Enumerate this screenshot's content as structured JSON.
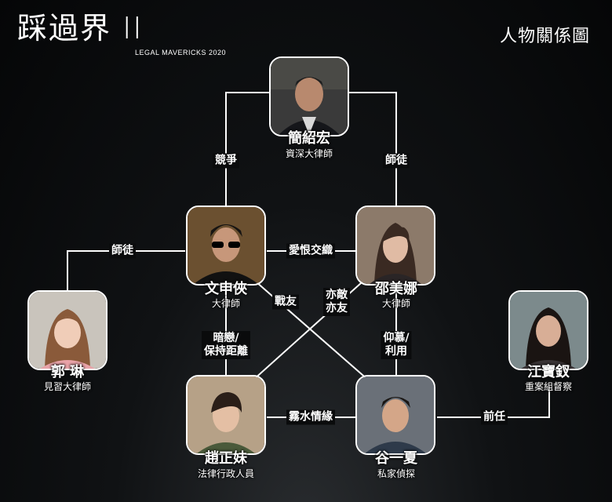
{
  "logo": {
    "main": "踩過界 II",
    "sub": "LEGAL MAVERICKS 2020"
  },
  "title": "人物關係圖",
  "people": {
    "gaan": {
      "name": "簡紹宏",
      "role": "資深大律師"
    },
    "man": {
      "name": "文申俠",
      "role": "大律師"
    },
    "siu": {
      "name": "邵美娜",
      "role": "大律師"
    },
    "kwok": {
      "name": "郭  琳",
      "role": "見習大律師"
    },
    "chiu": {
      "name": "趙正妹",
      "role": "法律行政人員"
    },
    "kuk": {
      "name": "谷一夏",
      "role": "私家偵探"
    },
    "kong": {
      "name": "江寶釵",
      "role": "重案組督察"
    }
  },
  "relations": {
    "gaan_man": "競爭",
    "gaan_siu": "師徒",
    "man_kwok": "師徒",
    "man_siu": "愛恨交織",
    "man_kuk": "戰友",
    "siu_chiu": "亦敵\n亦友",
    "man_chiu": "暗戀/\n保持距離",
    "siu_kuk": "仰慕/\n利用",
    "chiu_kuk": "霧水情緣",
    "kuk_kong": "前任"
  },
  "colors": {
    "line": "#ffffff",
    "background": "#0a0b0c",
    "text": "#ffffff"
  }
}
